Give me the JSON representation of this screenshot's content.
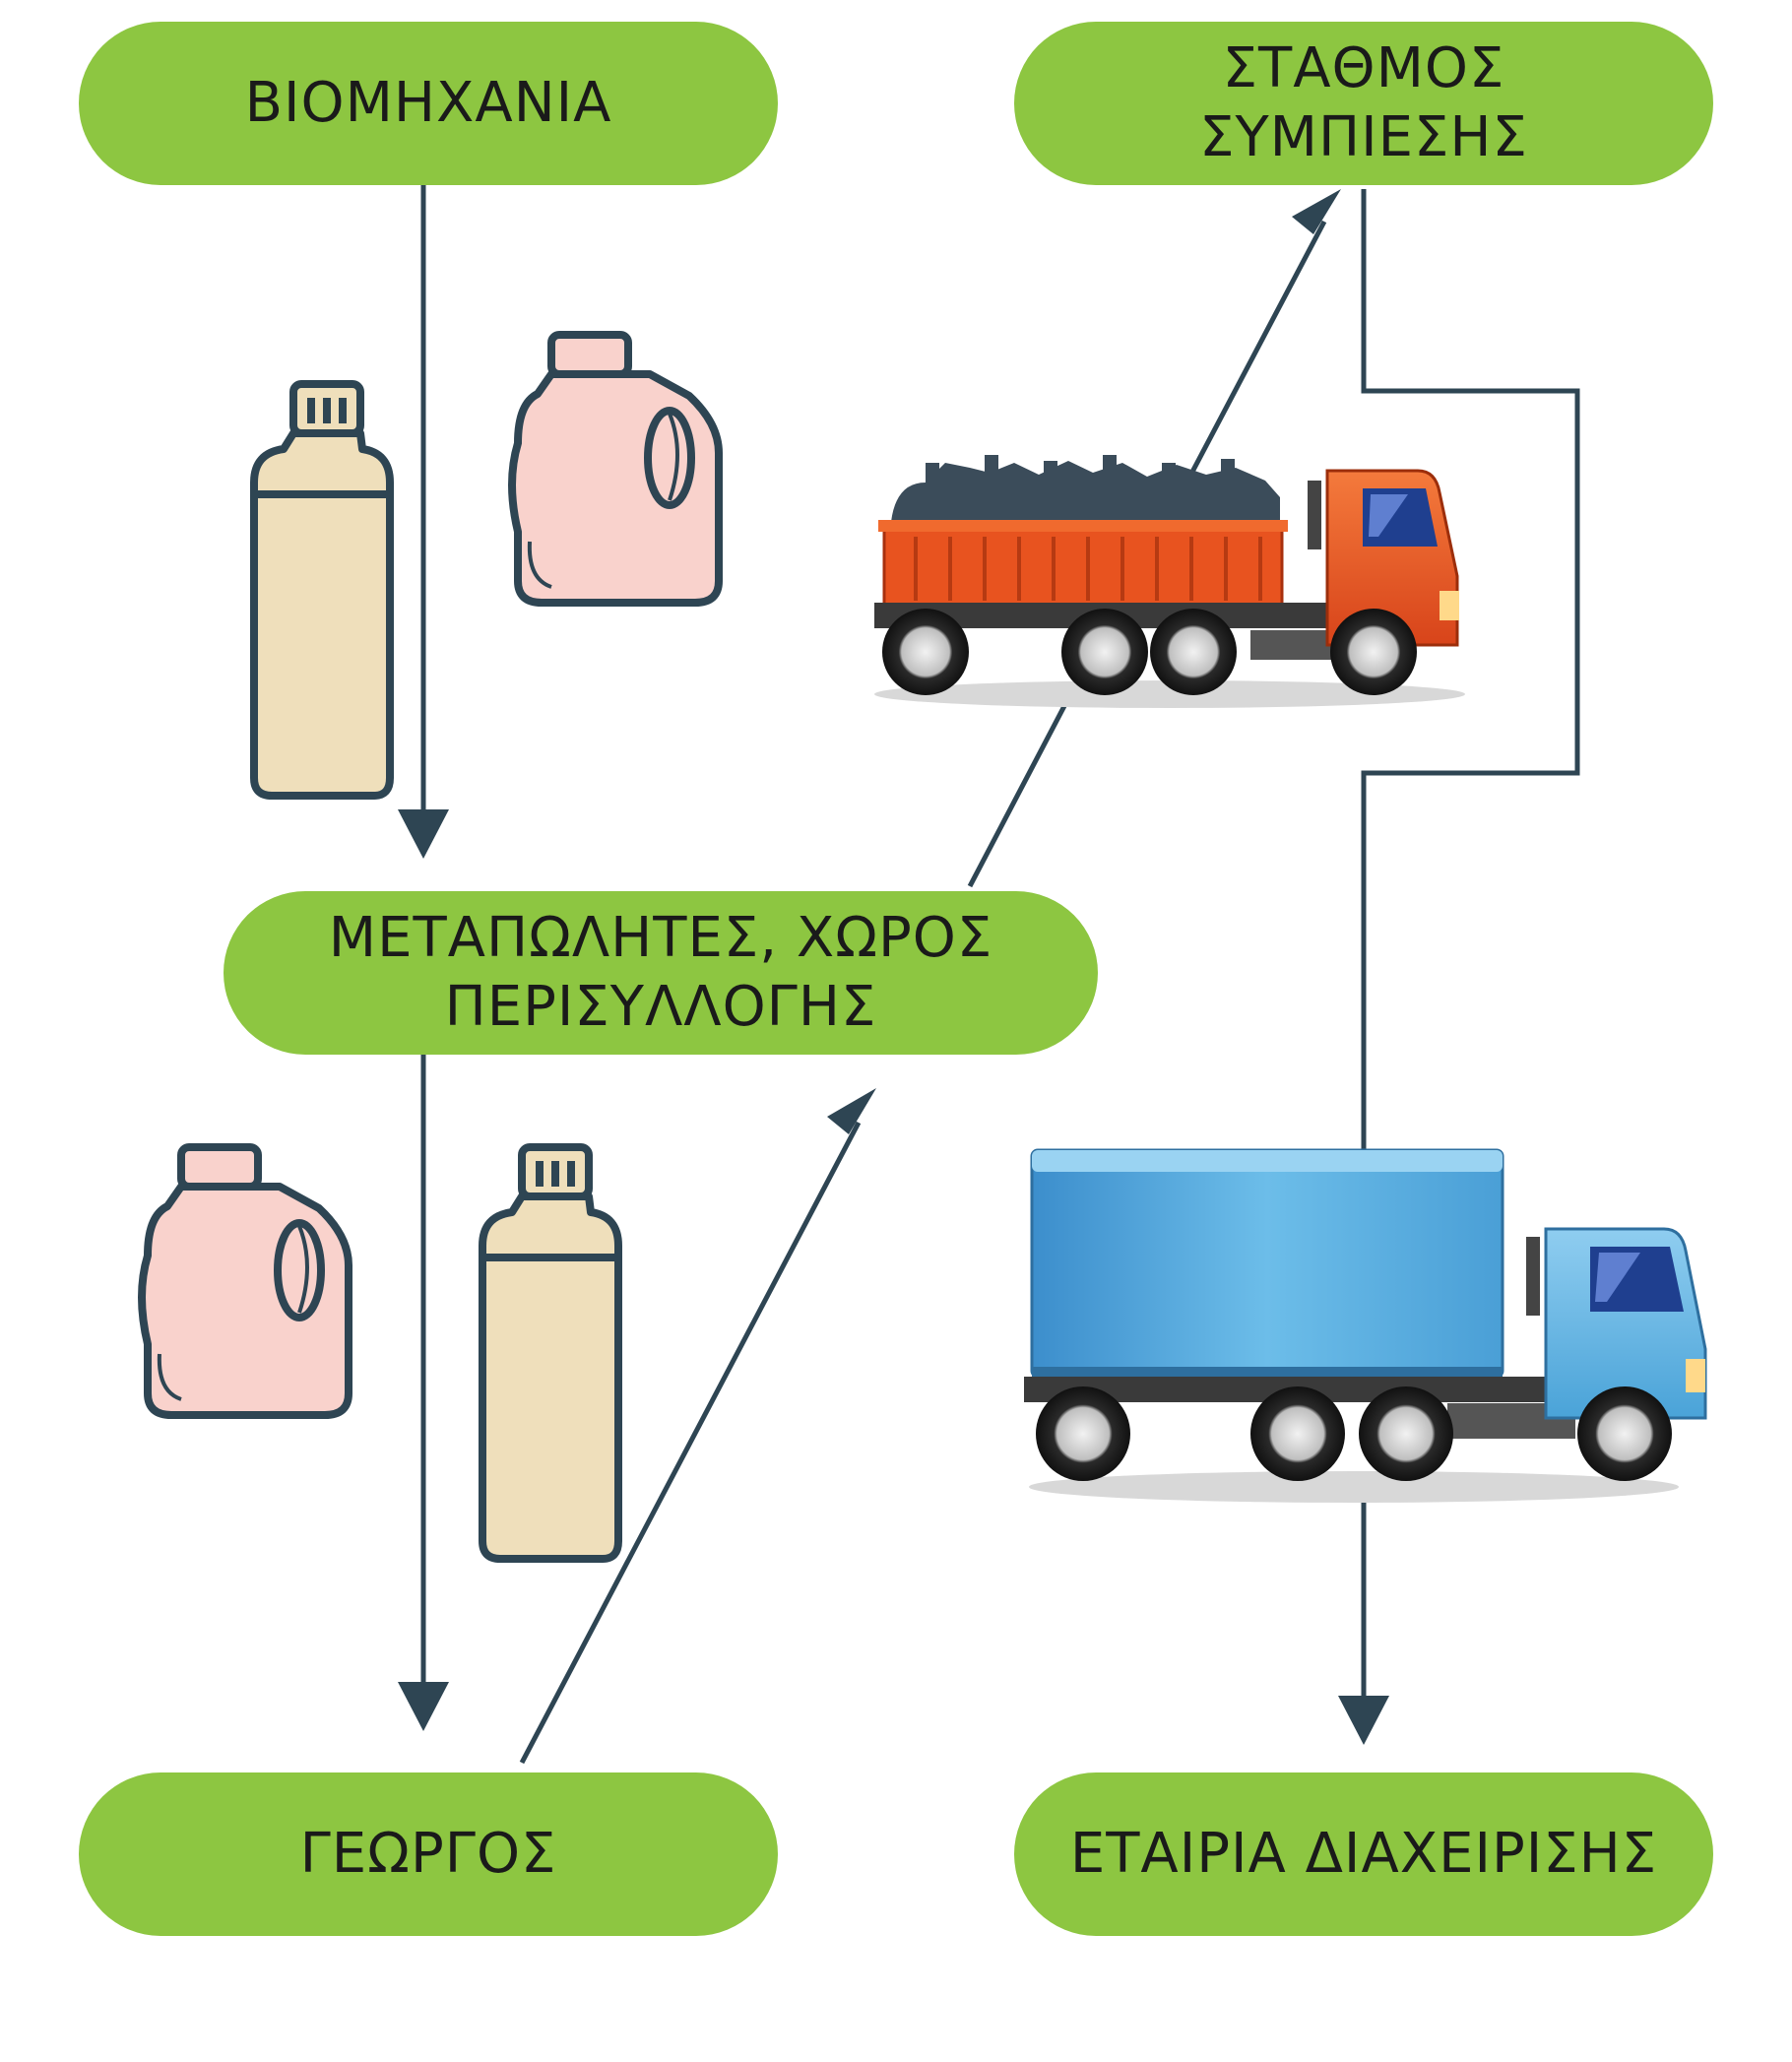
{
  "nodes": {
    "industry": "ΒΙΟΜΗΧΑΝΙΑ",
    "compression_station": "ΣΤΑΘΜΟΣ ΣΥΜΠΙΕΣΗΣ",
    "retailers_collection": "ΜΕΤΑΠΩΛΗΤΕΣ, ΧΩΡΟΣ\nΠΕΡΙΣΥΛΛΟΓΗΣ",
    "farmer": "ΓΕΩΡΓΟΣ",
    "management_company": "ΕΤΑΙΡΙΑ ΔΙΑΧΕΙΡΙΣΗΣ"
  },
  "colors": {
    "node_fill": "#8dc641",
    "arrow": "#2e4553",
    "bottle_beige": "#efdfbb",
    "jug_pink": "#f9d2cc",
    "truck_orange": "#e8531f",
    "truck_blue": "#5aaede"
  },
  "icons": [
    "bottle-icon",
    "jug-icon",
    "orange-dump-truck-icon",
    "blue-box-truck-icon"
  ]
}
